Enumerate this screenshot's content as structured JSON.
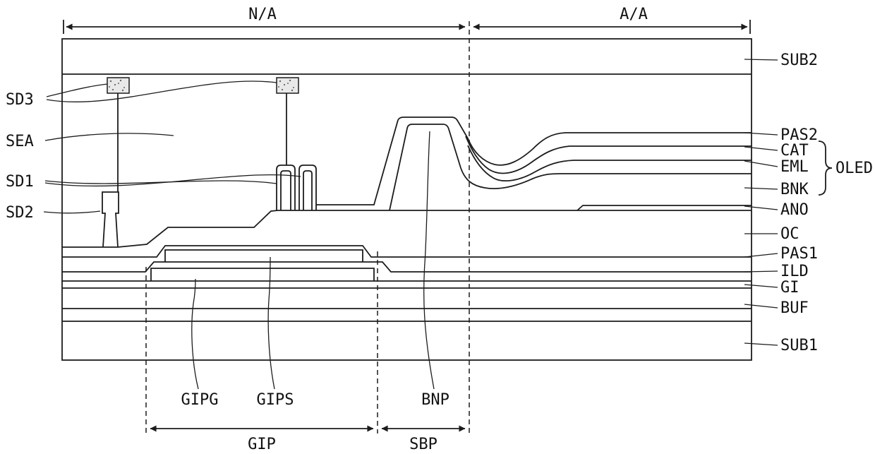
{
  "diagram": {
    "regions": {
      "na": "N/A",
      "aa": "A/A"
    },
    "left_labels": {
      "sd3": "SD3",
      "sea": "SEA",
      "sd1": "SD1",
      "sd2": "SD2"
    },
    "right_labels": {
      "sub2": "SUB2",
      "pas2": "PAS2",
      "cat": "CAT",
      "eml": "EML",
      "bnk": "BNK",
      "ano": "ANO",
      "oc": "OC",
      "pas1": "PAS1",
      "ild": "ILD",
      "gi": "GI",
      "buf": "BUF",
      "sub1": "SUB1"
    },
    "group_labels": {
      "oled": "OLED"
    },
    "bottom_labels": {
      "gipg": "GIPG",
      "gips": "GIPS",
      "bnp": "BNP"
    },
    "dimension_labels": {
      "gip": "GIP",
      "sbp": "SBP"
    },
    "colors": {
      "line": "#1c1c1c",
      "background": "#ffffff",
      "pad_fill": "#e9e9e9"
    }
  }
}
